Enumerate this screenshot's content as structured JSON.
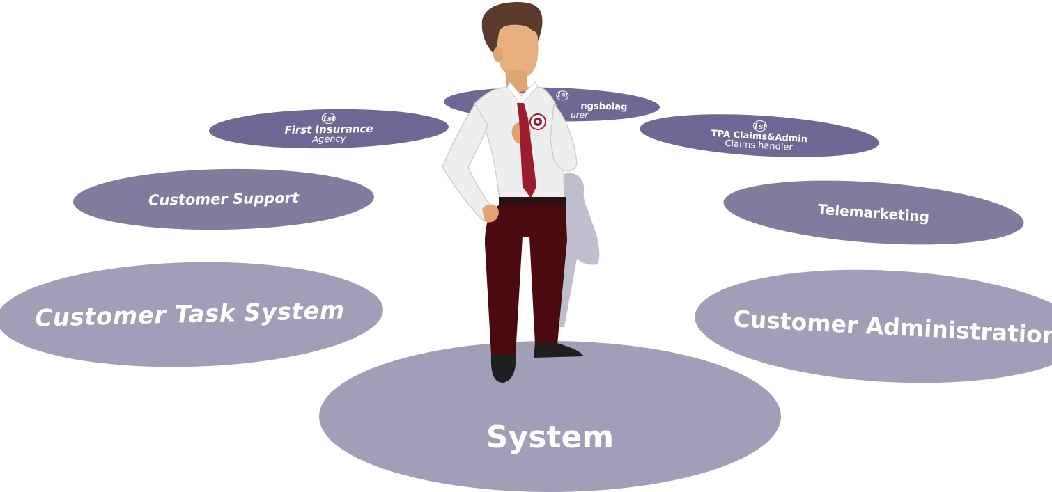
{
  "discs": {
    "system": {
      "label": "System"
    },
    "customer_task_system": {
      "label": "Customer Task System"
    },
    "customer_administration": {
      "label": "Customer Administration"
    },
    "customer_support": {
      "label": "Customer Support"
    },
    "telemarketing": {
      "label": "Telemarketing"
    },
    "first_insurance": {
      "badge": "1st",
      "label": "First Insurance",
      "sub": "Agency"
    },
    "tpa": {
      "badge": "1st",
      "label": "TPA Claims&Admin",
      "sub": "Claims handler"
    },
    "forsakringsbolag": {
      "badge": "1st",
      "label": "ngsbolag",
      "sub": "urer"
    }
  },
  "colors": {
    "large_disc": "#a19fb8",
    "mid_disc": "#807c9c",
    "small_disc": "#6e6894",
    "tie": "#9b1c2c",
    "trousers": "#4a0a0e",
    "shirt": "#f2f2f2",
    "skin": "#e8b07f",
    "hair": "#5a3a2c",
    "shadow": "#b4b3c6"
  },
  "icons": {
    "person": "businessman-figure",
    "badge": "target-pin-icon"
  }
}
